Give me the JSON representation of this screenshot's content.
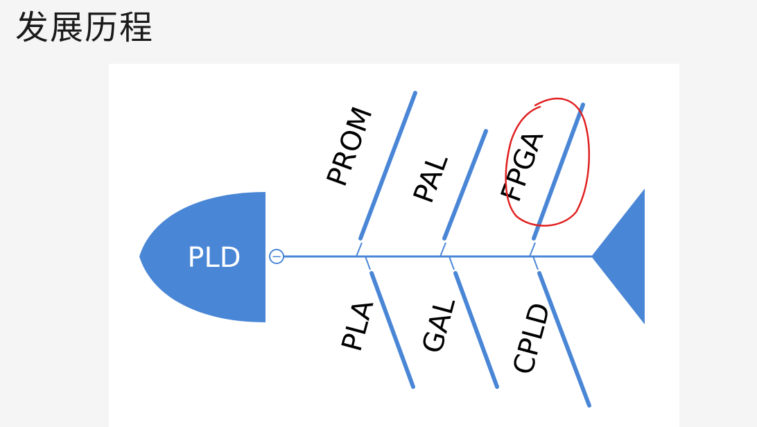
{
  "title": "发展历程",
  "colors": {
    "bone": "#4a86d6",
    "annotation": "#e02020",
    "text": "#000000"
  },
  "diagram": {
    "type": "fishbone",
    "head_label": "PLD",
    "collapse_toggle": "−",
    "top_branches": [
      {
        "label": "PROM"
      },
      {
        "label": "PAL"
      },
      {
        "label": "FPGA",
        "highlighted": true
      }
    ],
    "bottom_branches": [
      {
        "label": "PLA"
      },
      {
        "label": "GAL"
      },
      {
        "label": "CPLD"
      }
    ]
  }
}
